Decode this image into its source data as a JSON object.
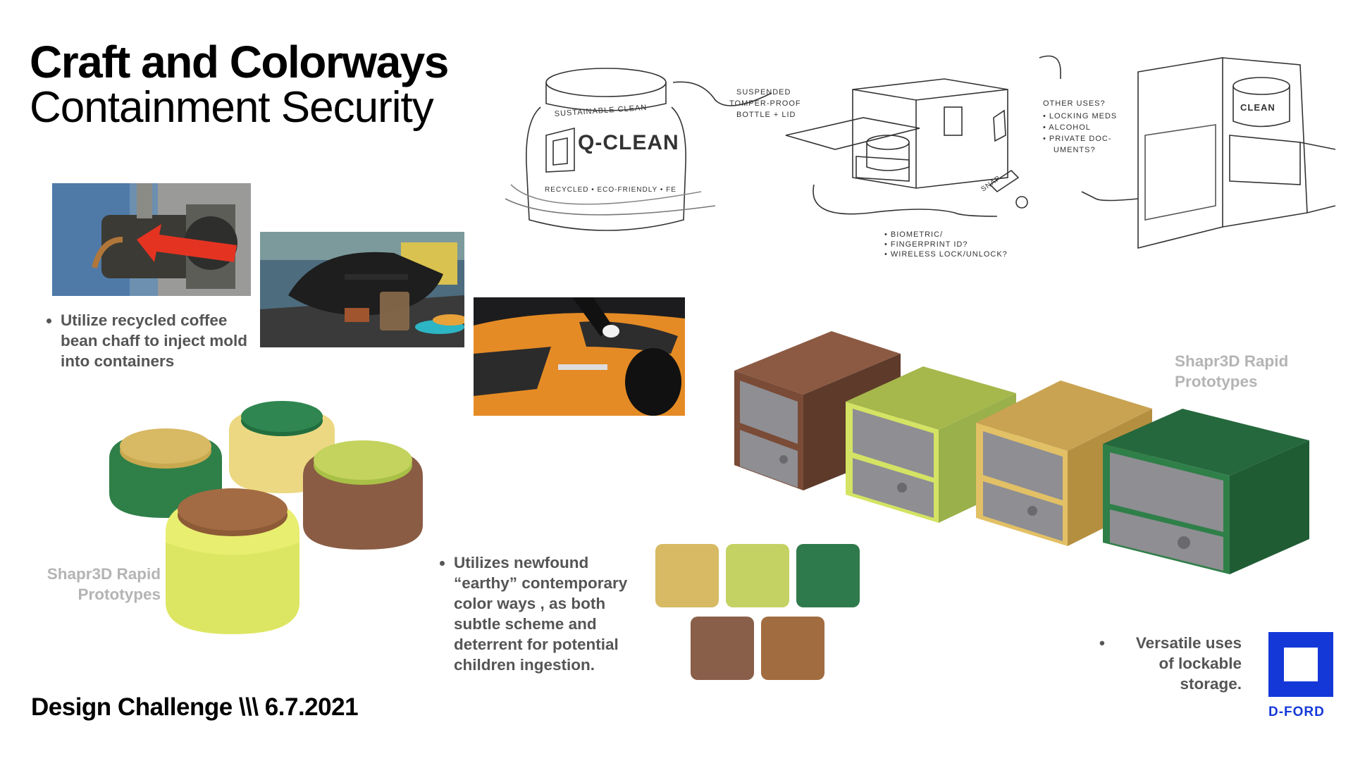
{
  "title": {
    "line1": "Craft and Colorways",
    "line2": "Containment Security"
  },
  "bullets": {
    "chaff": "Utilize recycled coffee bean chaff to inject mold into containers",
    "colorways": "Utilizes newfound “earthy” contemporary color ways , as both subtle scheme and deterrent for potential children ingestion.",
    "storage": "Versatile uses of lockable storage."
  },
  "captions": {
    "jars": "Shapr3D Rapid Prototypes",
    "boxes": "Shapr3D Rapid Prototypes"
  },
  "footer": "Design Challenge \\\\\\ 6.7.2021",
  "logo": {
    "text": "D-FORD",
    "color": "#1438d8"
  },
  "swatches": {
    "row1": [
      "#d7ba63",
      "#c4d264",
      "#2f7a4c"
    ],
    "row2": [
      "#8a5f49",
      "#a26c41"
    ]
  },
  "sketch_notes": {
    "n1": "SUSPENDED",
    "n2": "TOMPER-PROOF",
    "n3": "BOTTLE + LID",
    "n4": "OTHER USES?",
    "n5": "• LOCKING MEDS",
    "n6": "• ALCOHOL",
    "n7": "• PRIVATE DOC-",
    "n8": "UMENTS?",
    "n9": "• BIOMETRIC/",
    "n10": "• FINGERPRINT ID?",
    "n11": "• WIRELESS LOCK/UNLOCK?",
    "jar_label_top": "SUSTAINABLE CLEAN",
    "jar_label_main": "Q-CLEAN",
    "jar_label_bottom": "RECYCLED • ECO-FRIENDLY • FE",
    "snap": "SNAP",
    "box_jar": "CLEAN"
  },
  "icons": {
    "arrow": "red-arrow-icon",
    "logo": "d-ford-logo-icon"
  }
}
